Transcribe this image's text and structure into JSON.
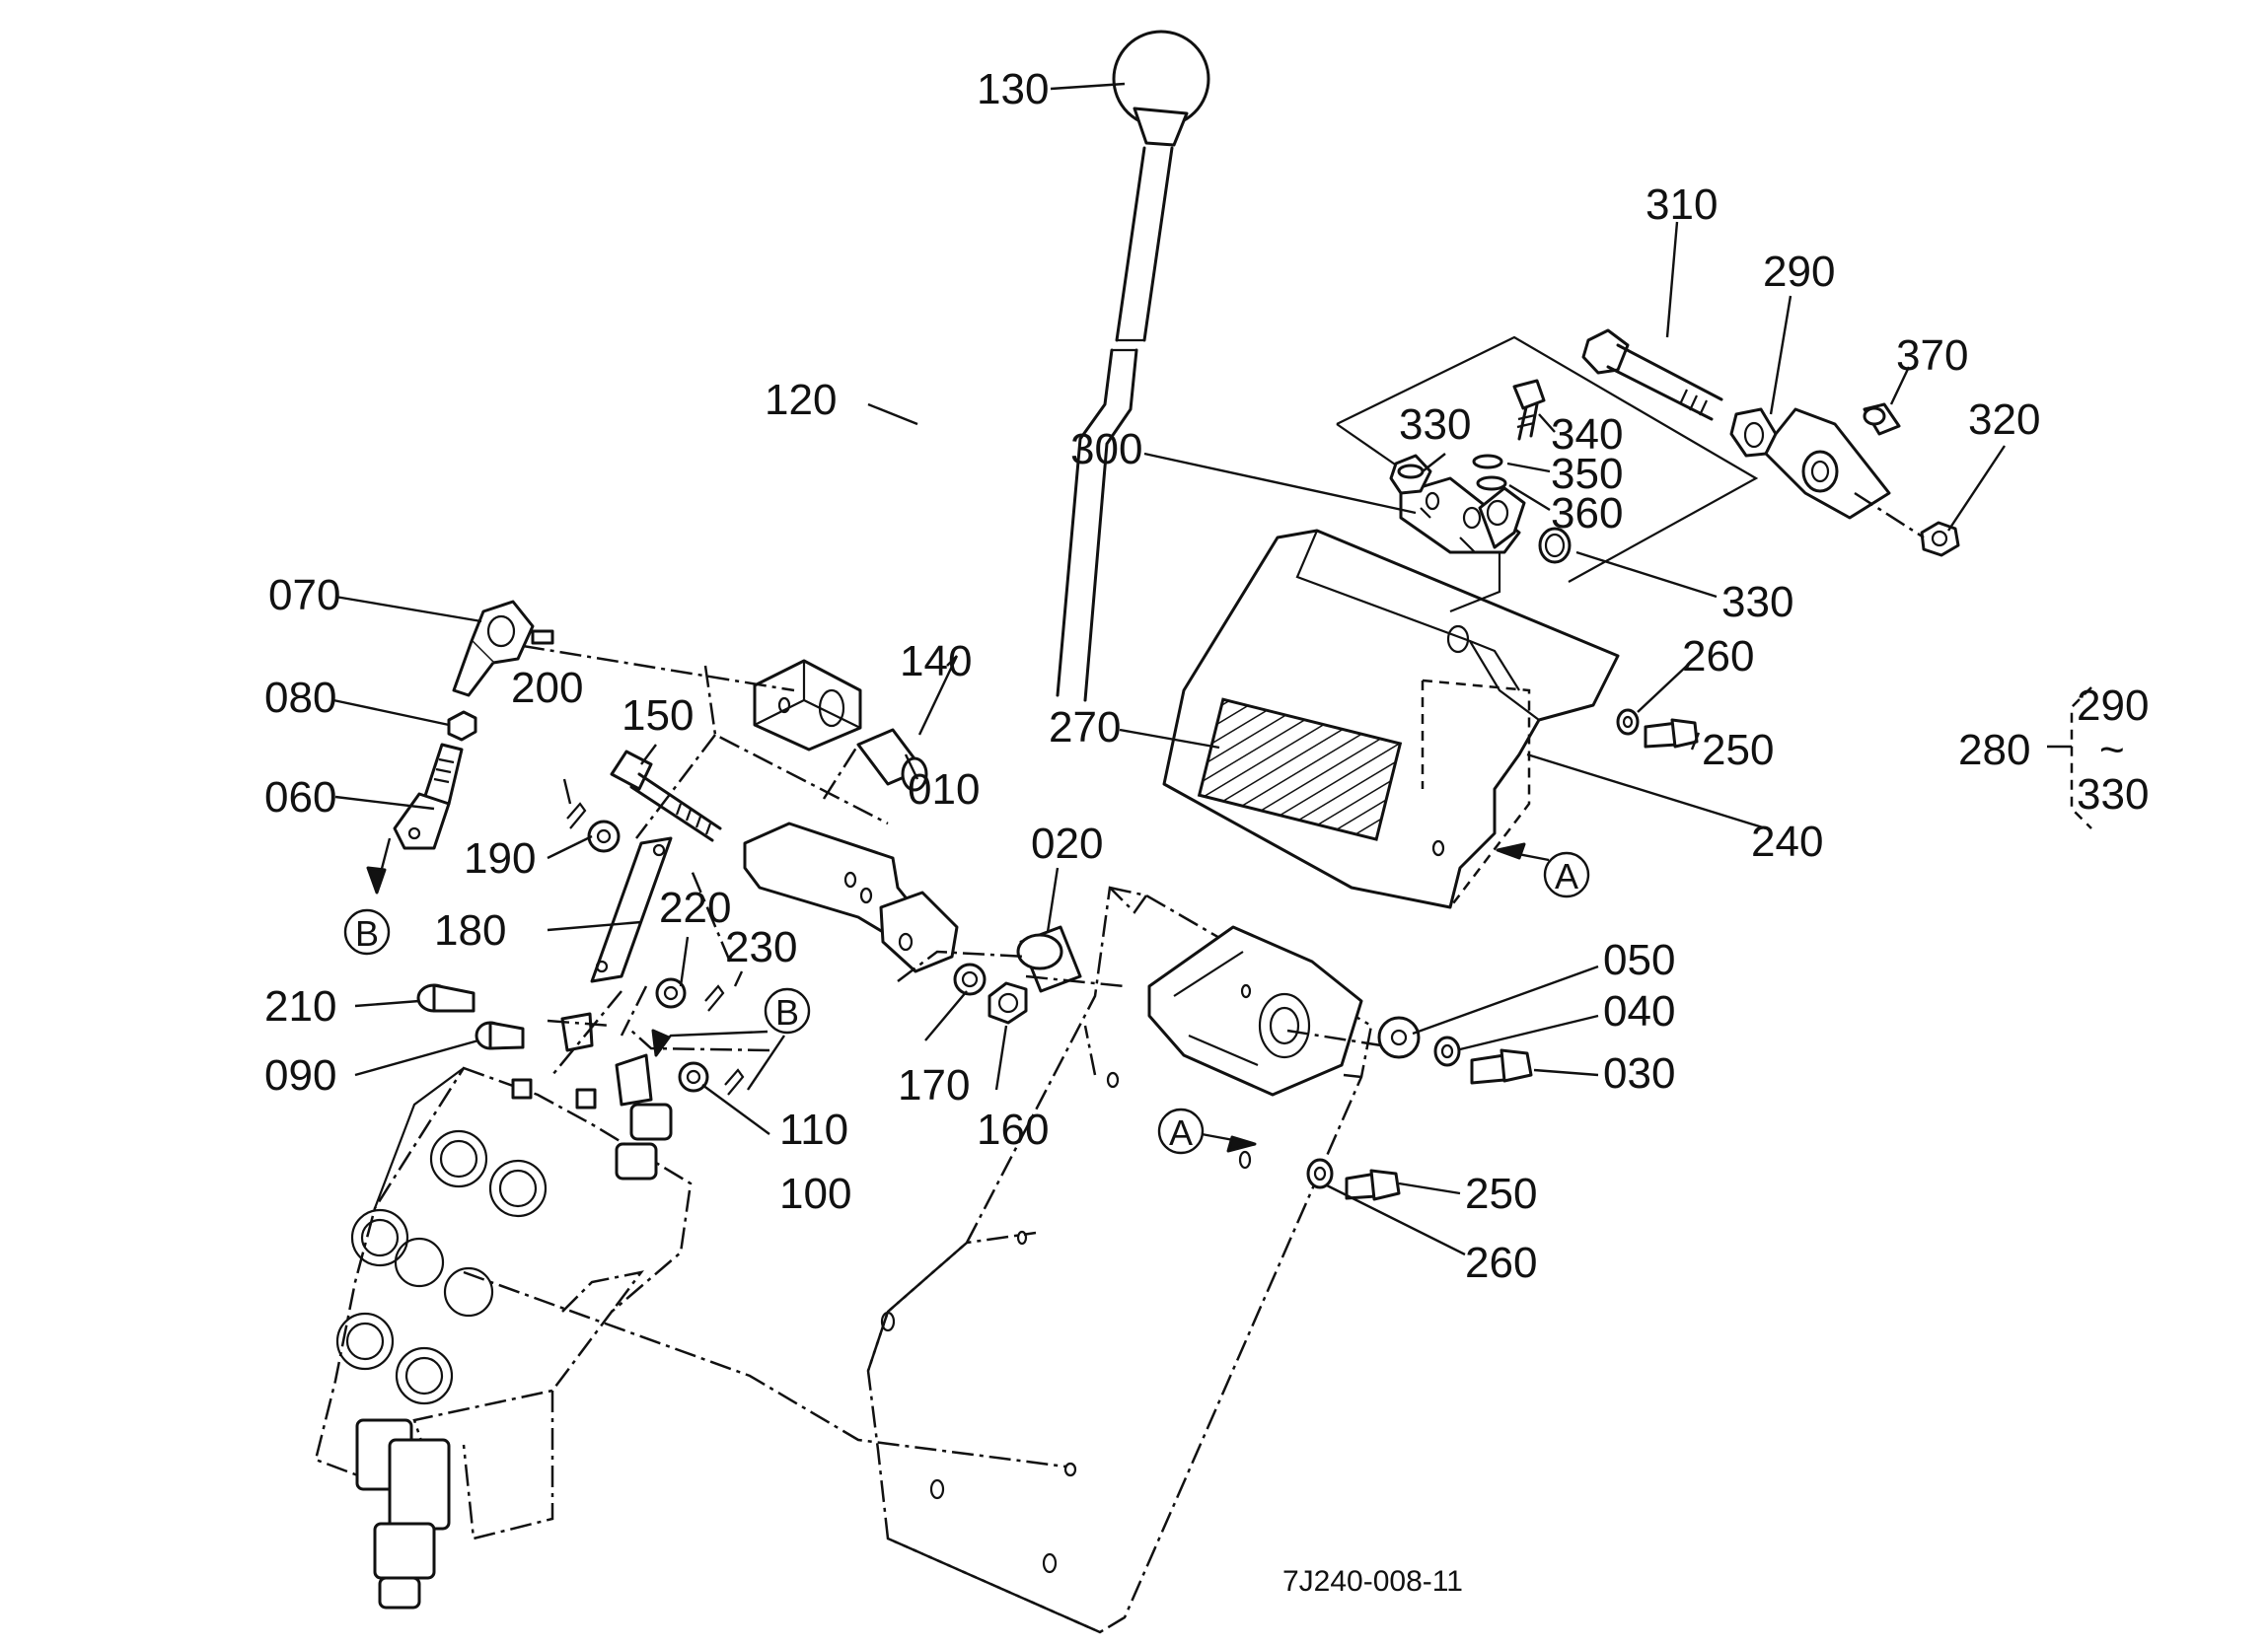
{
  "figure_code": "7J240-008-11",
  "callouts": {
    "p010": "010",
    "p020": "020",
    "p030": "030",
    "p040": "040",
    "p050": "050",
    "p060": "060",
    "p070": "070",
    "p080": "080",
    "p090": "090",
    "p100": "100",
    "p110": "110",
    "p120": "120",
    "p130": "130",
    "p140": "140",
    "p150": "150",
    "p160": "160",
    "p170": "170",
    "p180": "180",
    "p190": "190",
    "p200": "200",
    "p210": "210",
    "p220": "220",
    "p230": "230",
    "p240": "240",
    "p250a": "250",
    "p250b": "250",
    "p260a": "260",
    "p260b": "260",
    "p270": "270",
    "p280": "280",
    "p290": "290",
    "p300": "300",
    "p310": "310",
    "p320": "320",
    "p330a": "330",
    "p330b": "330",
    "p340": "340",
    "p350": "350",
    "p360": "360",
    "p370": "370"
  },
  "kit_group": {
    "label": "280",
    "from": "290",
    "to": "330",
    "sep": "~"
  },
  "refs": {
    "a1": "A",
    "a2": "A",
    "b1": "B",
    "b2": "B"
  }
}
